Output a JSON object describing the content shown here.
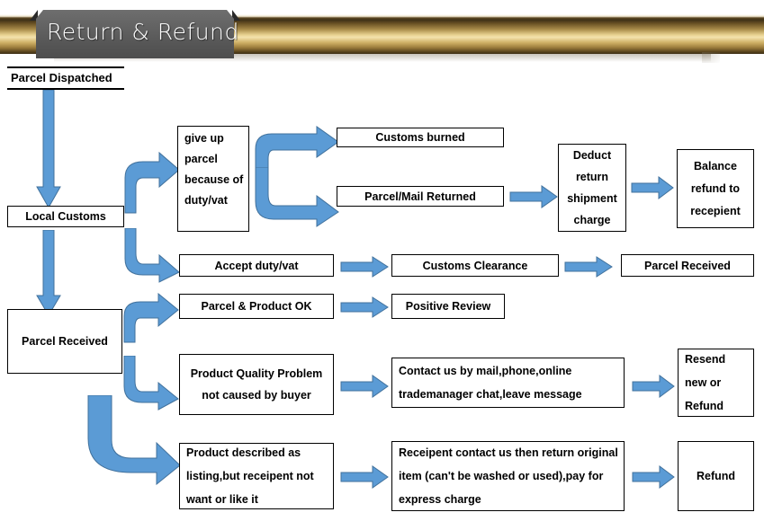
{
  "banner": {
    "title": "Return & Refund",
    "bar_color_light": "#f4e3ad",
    "bar_color_dark": "#3b2d14",
    "ribbon_color": "#5c5c5c"
  },
  "theme": {
    "arrow_fill": "#5B9BD5",
    "arrow_stroke": "#41719C",
    "box_border": "#000000",
    "text_color": "#000000"
  },
  "nodes": {
    "parcel_dispatched": "Parcel Dispatched",
    "local_customs": "Local Customs",
    "parcel_received_left": "Parcel Received",
    "give_up_parcel": "give up parcel because of duty/vat",
    "customs_burned": "Customs burned",
    "parcel_mail_returned": "Parcel/Mail Returned",
    "deduct_return_charge": "Deduct return shipment charge",
    "balance_refund": "Balance refund to recepient",
    "accept_duty_vat": "Accept duty/vat",
    "customs_clearance": "Customs Clearance",
    "parcel_received_right": "Parcel Received",
    "parcel_product_ok": "Parcel & Product OK",
    "positive_review": "Positive Review",
    "product_quality_problem": "Product Quality Problem not caused by buyer",
    "contact_us": "Contact us by mail,phone,online trademanager chat,leave message",
    "resend_or_refund": "Resend new or Refund",
    "product_described": "Product described as listing,but receipent not want or like it",
    "receipent_return": "Receipent contact us then return original item (can't be washed or used),pay for express charge",
    "refund": "Refund"
  },
  "edges": [
    {
      "name": "dispatched-to-customs",
      "from": "parcel_dispatched",
      "to": "local_customs",
      "type": "down"
    },
    {
      "name": "customs-to-giveup",
      "from": "local_customs",
      "to": "give_up_parcel",
      "type": "elbow-up-right"
    },
    {
      "name": "customs-to-accept",
      "from": "local_customs",
      "to": "accept_duty_vat",
      "type": "elbow-down-right"
    },
    {
      "name": "customs-to-received",
      "from": "local_customs",
      "to": "parcel_received_left",
      "type": "down"
    },
    {
      "name": "giveup-to-burned",
      "from": "give_up_parcel",
      "to": "customs_burned",
      "type": "split-up"
    },
    {
      "name": "giveup-to-returned",
      "from": "give_up_parcel",
      "to": "parcel_mail_returned",
      "type": "split-down"
    },
    {
      "name": "returned-to-deduct",
      "from": "parcel_mail_returned",
      "to": "deduct_return_charge",
      "type": "right"
    },
    {
      "name": "deduct-to-balance",
      "from": "deduct_return_charge",
      "to": "balance_refund",
      "type": "right"
    },
    {
      "name": "accept-to-clearance",
      "from": "accept_duty_vat",
      "to": "customs_clearance",
      "type": "right"
    },
    {
      "name": "clearance-to-received",
      "from": "customs_clearance",
      "to": "parcel_received_right",
      "type": "right"
    },
    {
      "name": "received-to-ok",
      "from": "parcel_received_left",
      "to": "parcel_product_ok",
      "type": "elbow-up-right"
    },
    {
      "name": "ok-to-review",
      "from": "parcel_product_ok",
      "to": "positive_review",
      "type": "right"
    },
    {
      "name": "received-to-quality",
      "from": "parcel_received_left",
      "to": "product_quality_problem",
      "type": "elbow-down-right"
    },
    {
      "name": "quality-to-contact",
      "from": "product_quality_problem",
      "to": "contact_us",
      "type": "right"
    },
    {
      "name": "contact-to-resend",
      "from": "contact_us",
      "to": "resend_or_refund",
      "type": "right"
    },
    {
      "name": "received-to-described",
      "from": "parcel_received_left",
      "to": "product_described",
      "type": "elbow-down-right-long"
    },
    {
      "name": "described-to-return",
      "from": "product_described",
      "to": "receipent_return",
      "type": "right"
    },
    {
      "name": "return-to-refund",
      "from": "receipent_return",
      "to": "refund",
      "type": "right"
    }
  ]
}
